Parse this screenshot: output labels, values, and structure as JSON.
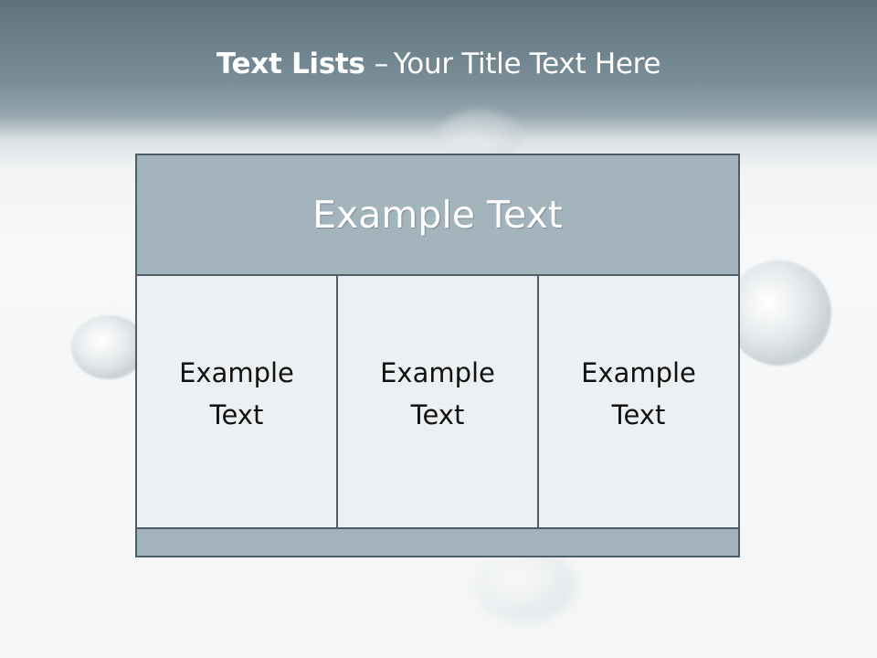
{
  "slide": {
    "title_bold": "Text Lists",
    "title_separator": "–",
    "title_rest": "Your Title Text Here",
    "colors": {
      "header_band": "#6f838e",
      "box_fill": "#a3b4bd",
      "cell_fill": "#edf0f2",
      "border": "#4d5e69"
    }
  },
  "box": {
    "header": "Example Text",
    "columns": [
      {
        "text": "Example Text"
      },
      {
        "text": "Example Text"
      },
      {
        "text": "Example Text"
      }
    ]
  }
}
